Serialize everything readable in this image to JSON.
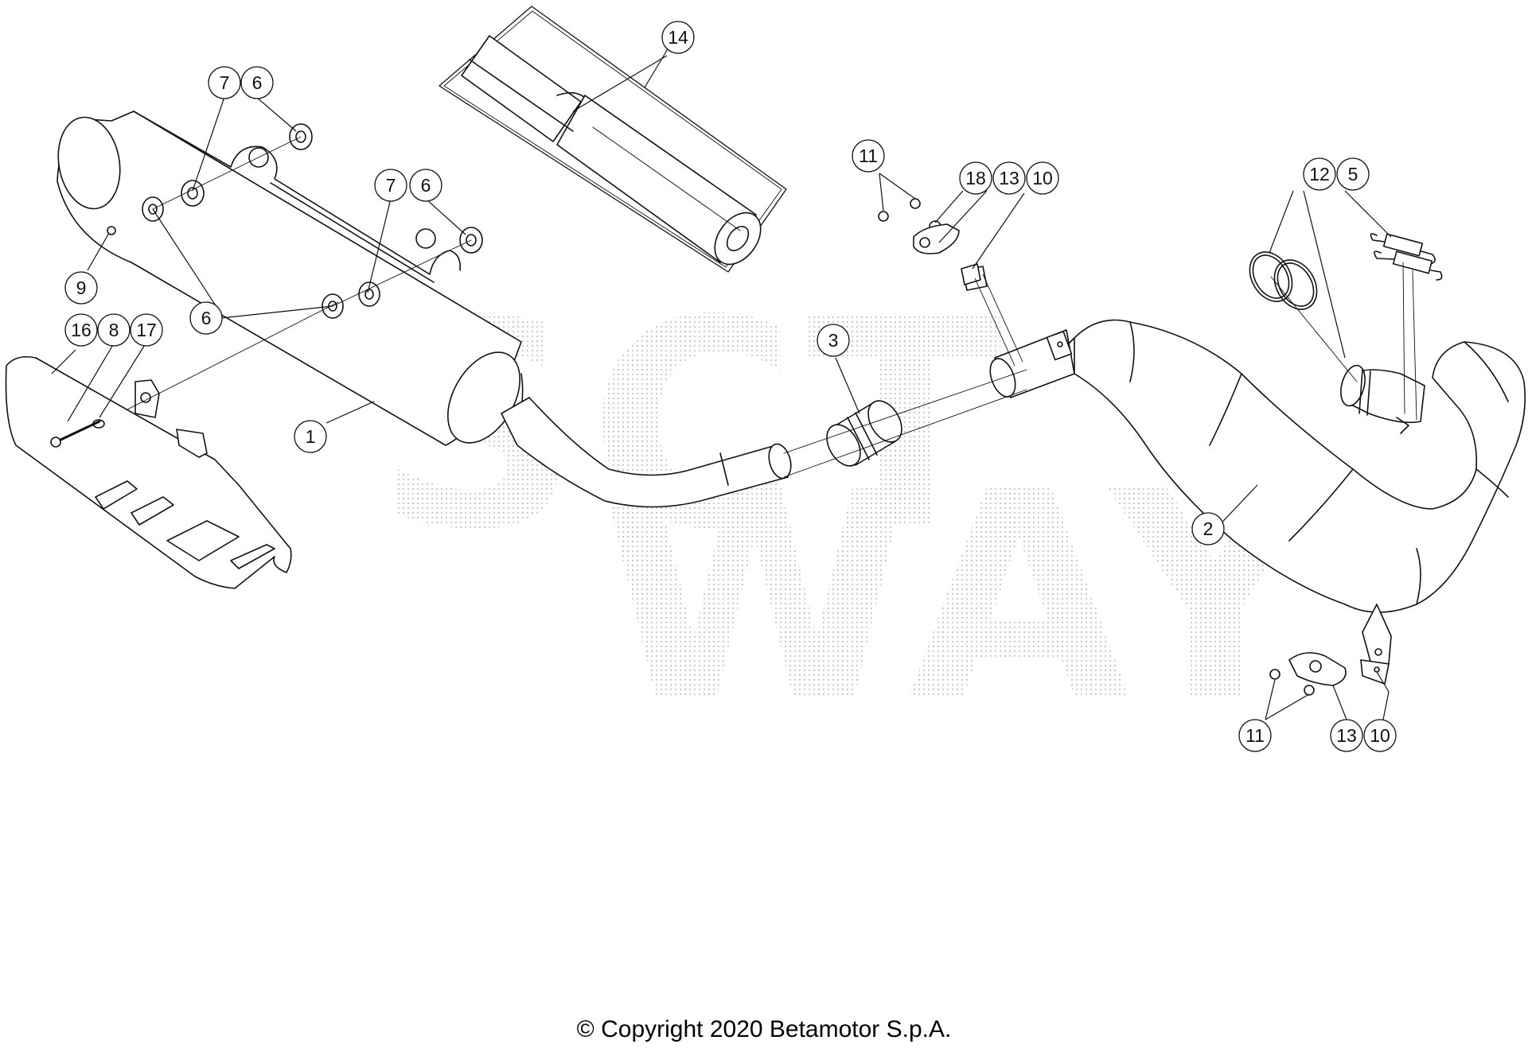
{
  "watermark": {
    "line1": "SCT",
    "line2": "WAY"
  },
  "callouts": {
    "c1": "1",
    "c2": "2",
    "c3": "3",
    "c5": "5",
    "c6a": "6",
    "c6b": "6",
    "c6c": "6",
    "c7a": "7",
    "c7b": "7",
    "c8": "8",
    "c9": "9",
    "c10a": "10",
    "c10b": "10",
    "c11a": "11",
    "c11b": "11",
    "c12": "12",
    "c13a": "13",
    "c13b": "13",
    "c14": "14",
    "c16": "16",
    "c17": "17",
    "c18": "18"
  },
  "copyright": "© Copyright 2020 Betamotor S.p.A.",
  "colors": {
    "line": "#111111",
    "watermark": "#cccccc",
    "fill": "#ffffff"
  }
}
